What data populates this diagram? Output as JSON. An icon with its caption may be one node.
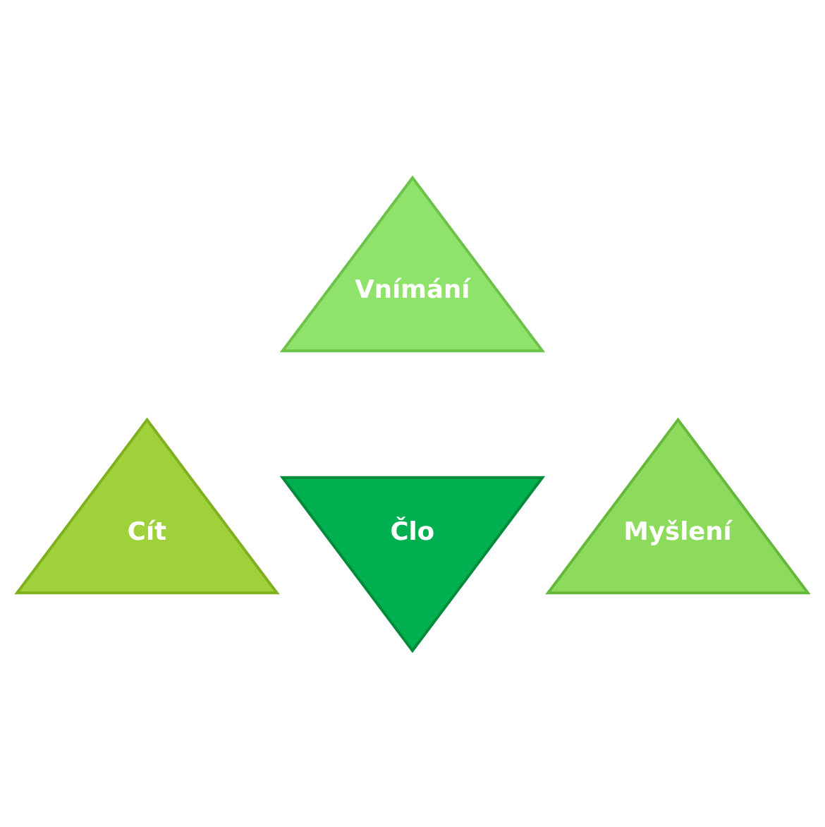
{
  "diagram": {
    "nodes": [
      {
        "text": [
          "Vnímání"
        ]
      },
      {
        "text": [
          "Cít"
        ]
      },
      {
        "text": [
          "Člo"
        ]
      },
      {
        "text": [
          "Myšlení"
        ]
      }
    ]
  }
}
